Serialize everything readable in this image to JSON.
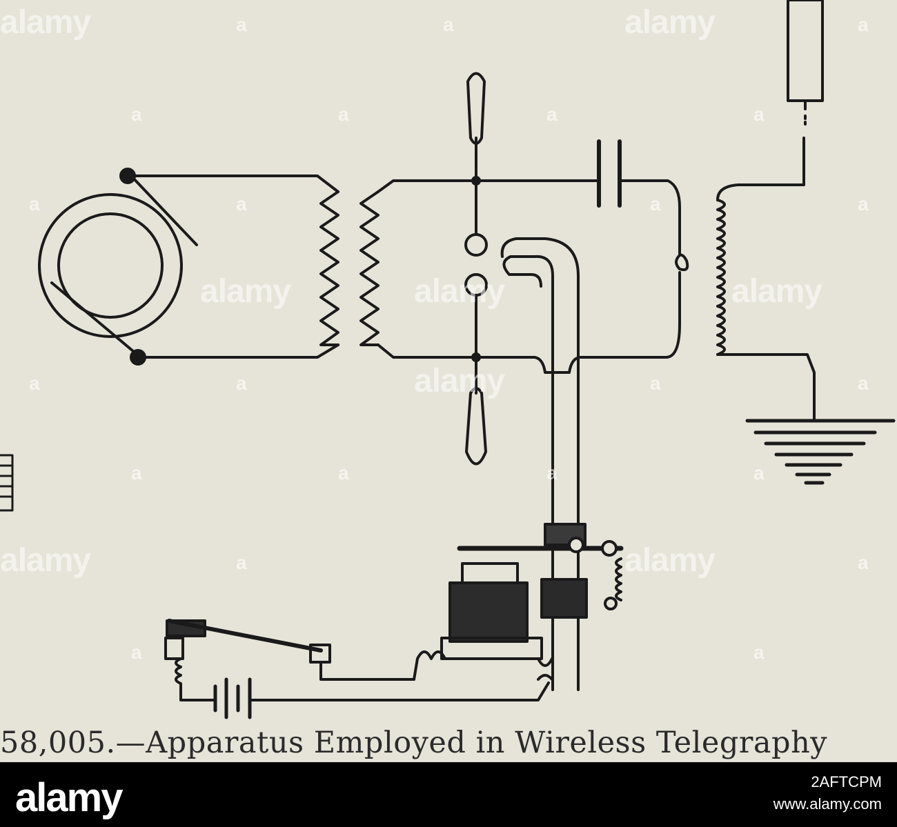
{
  "caption": "58,005.—Apparatus Employed in Wireless Telegraphy",
  "watermark": {
    "brand": "alamy",
    "badge": "a"
  },
  "footer": {
    "brand": "alamy",
    "image_id": "2AFTCPM",
    "url": "www.alamy.com"
  },
  "colors": {
    "paper": "#e6e3d8",
    "ink": "#1a1a1a",
    "footer": "#000000"
  }
}
